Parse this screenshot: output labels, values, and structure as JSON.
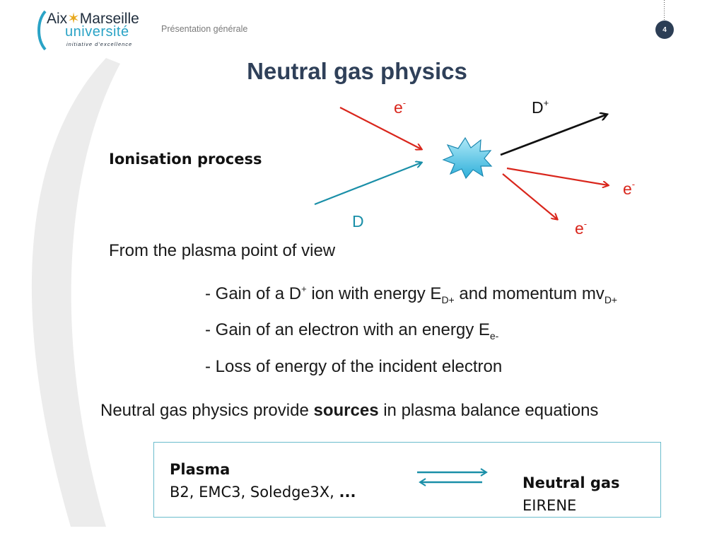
{
  "header": {
    "logo": {
      "line1_a": "Aix",
      "line1_b": "Marseille",
      "line2": "université",
      "line3": "initiative d'excellence",
      "star": "✶"
    },
    "section": "Présentation générale",
    "page_number": "4"
  },
  "slide": {
    "title": "Neutral gas physics",
    "diagram": {
      "incoming_electron": {
        "base": "e",
        "sup": "-"
      },
      "deuterium_ion": {
        "base": "D",
        "sup": "+"
      },
      "outgoing_electron_1": {
        "base": "e",
        "sup": "-"
      },
      "outgoing_electron_2": {
        "base": "e",
        "sup": "-"
      },
      "neutral": "D",
      "process_label": "Ionisation process"
    },
    "plasma_view": "From the plasma point of view",
    "bullets": {
      "b1": {
        "t1": "- Gain of a D",
        "sup": "+",
        "t2": " ion with energy E",
        "sub1": "D+",
        "t3": " and momentum mv",
        "sub2": "D+"
      },
      "b2": {
        "t1": "- Gain of an electron with an energy E",
        "sub": "e-"
      },
      "b3": "- Loss of energy of the incident electron"
    },
    "summary": {
      "before": "Neutral gas physics provide ",
      "bold": "sources",
      "after": " in plasma balance equations"
    },
    "codes_box": {
      "left_head": "Plasma",
      "left_codes": "B2, EMC3, Soledge3X, ",
      "left_more": "...",
      "right_head": "Neutral gas",
      "right_code": "EIRENE"
    }
  },
  "colors": {
    "electron": "#d9261c",
    "neutral": "#1a8fa8",
    "ion": "#111111",
    "title": "#2f4059",
    "box_border": "#6bbccc",
    "star": "#5bc8e8"
  },
  "icons": {
    "collision": "star-burst-icon",
    "exchange": "double-arrow-icon"
  }
}
